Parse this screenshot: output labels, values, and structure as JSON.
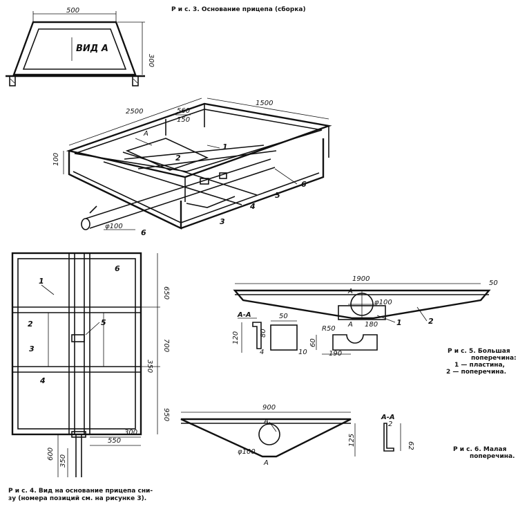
{
  "fig3": {
    "caption": "Р и с. 3. Основание прицепа (сборка)",
    "view_label": "ВИД А",
    "dims": {
      "w500": "500",
      "h300": "300",
      "l2500": "2500",
      "w1500": "1500",
      "d560": "560",
      "d150": "150",
      "h100": "100",
      "dia100": "φ100",
      "view_arrow": "A"
    },
    "positions": [
      "1",
      "2",
      "3",
      "4",
      "5",
      "6",
      "6"
    ]
  },
  "fig4": {
    "caption_line1": "Р и с. 4. Вид на основание прицепа сни-",
    "caption_line2": "зу (номера позиций см. на рисунке 3).",
    "dims": {
      "d650": "650",
      "d700": "700",
      "d350": "350",
      "d950": "950",
      "d300": "300",
      "d550": "550",
      "d600": "600",
      "d350b": "350"
    },
    "positions": [
      "1",
      "2",
      "3",
      "4",
      "5",
      "6"
    ]
  },
  "fig5": {
    "caption_line1": "Р и с. 5. Большая",
    "caption_line2": "поперечина:",
    "caption_line3": "1 — пластина,",
    "caption_line4": "2 — поперечина.",
    "section_label": "А-А",
    "dims": {
      "d1900": "1900",
      "d50": "50",
      "dia100": "φ100",
      "r50": "R50",
      "d180": "180",
      "d120": "120",
      "d80": "80",
      "d4": "4",
      "d50b": "50",
      "d10": "10",
      "d60": "60",
      "d190": "190",
      "a1": "А",
      "a2": "А"
    },
    "positions": [
      "1",
      "2"
    ]
  },
  "fig6": {
    "caption_line1": "Р и с. 6. Малая",
    "caption_line2": "поперечина.",
    "section_label": "А-А",
    "dims": {
      "d900": "900",
      "d125": "125",
      "dia100": "φ100",
      "d2": "2",
      "d62": "62",
      "a1": "А",
      "a2": "А"
    }
  }
}
